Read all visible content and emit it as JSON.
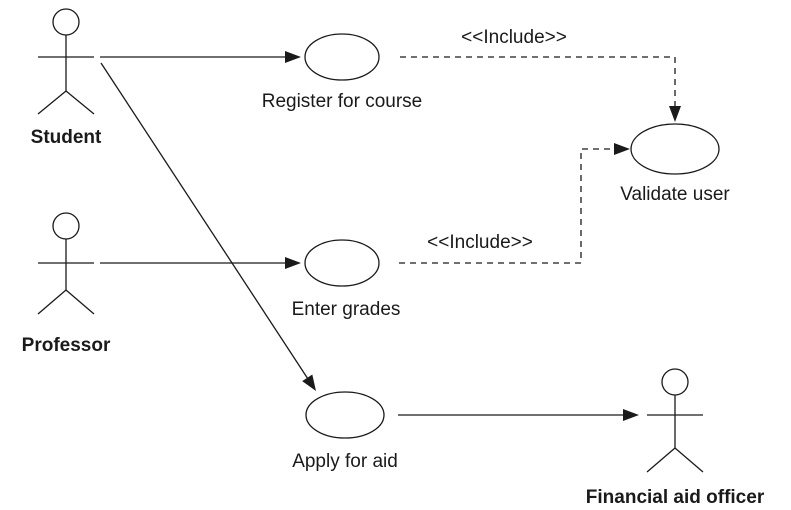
{
  "diagram": {
    "type": "UML use case diagram",
    "actors": {
      "student": "Student",
      "professor": "Professor",
      "officer": "Financial aid officer"
    },
    "use_cases": {
      "register": "Register for course",
      "validate": "Validate user",
      "grades": "Enter grades",
      "aid": "Apply for aid"
    },
    "relations": {
      "include_1": "<<Include>>",
      "include_2": "<<Include>>"
    }
  }
}
